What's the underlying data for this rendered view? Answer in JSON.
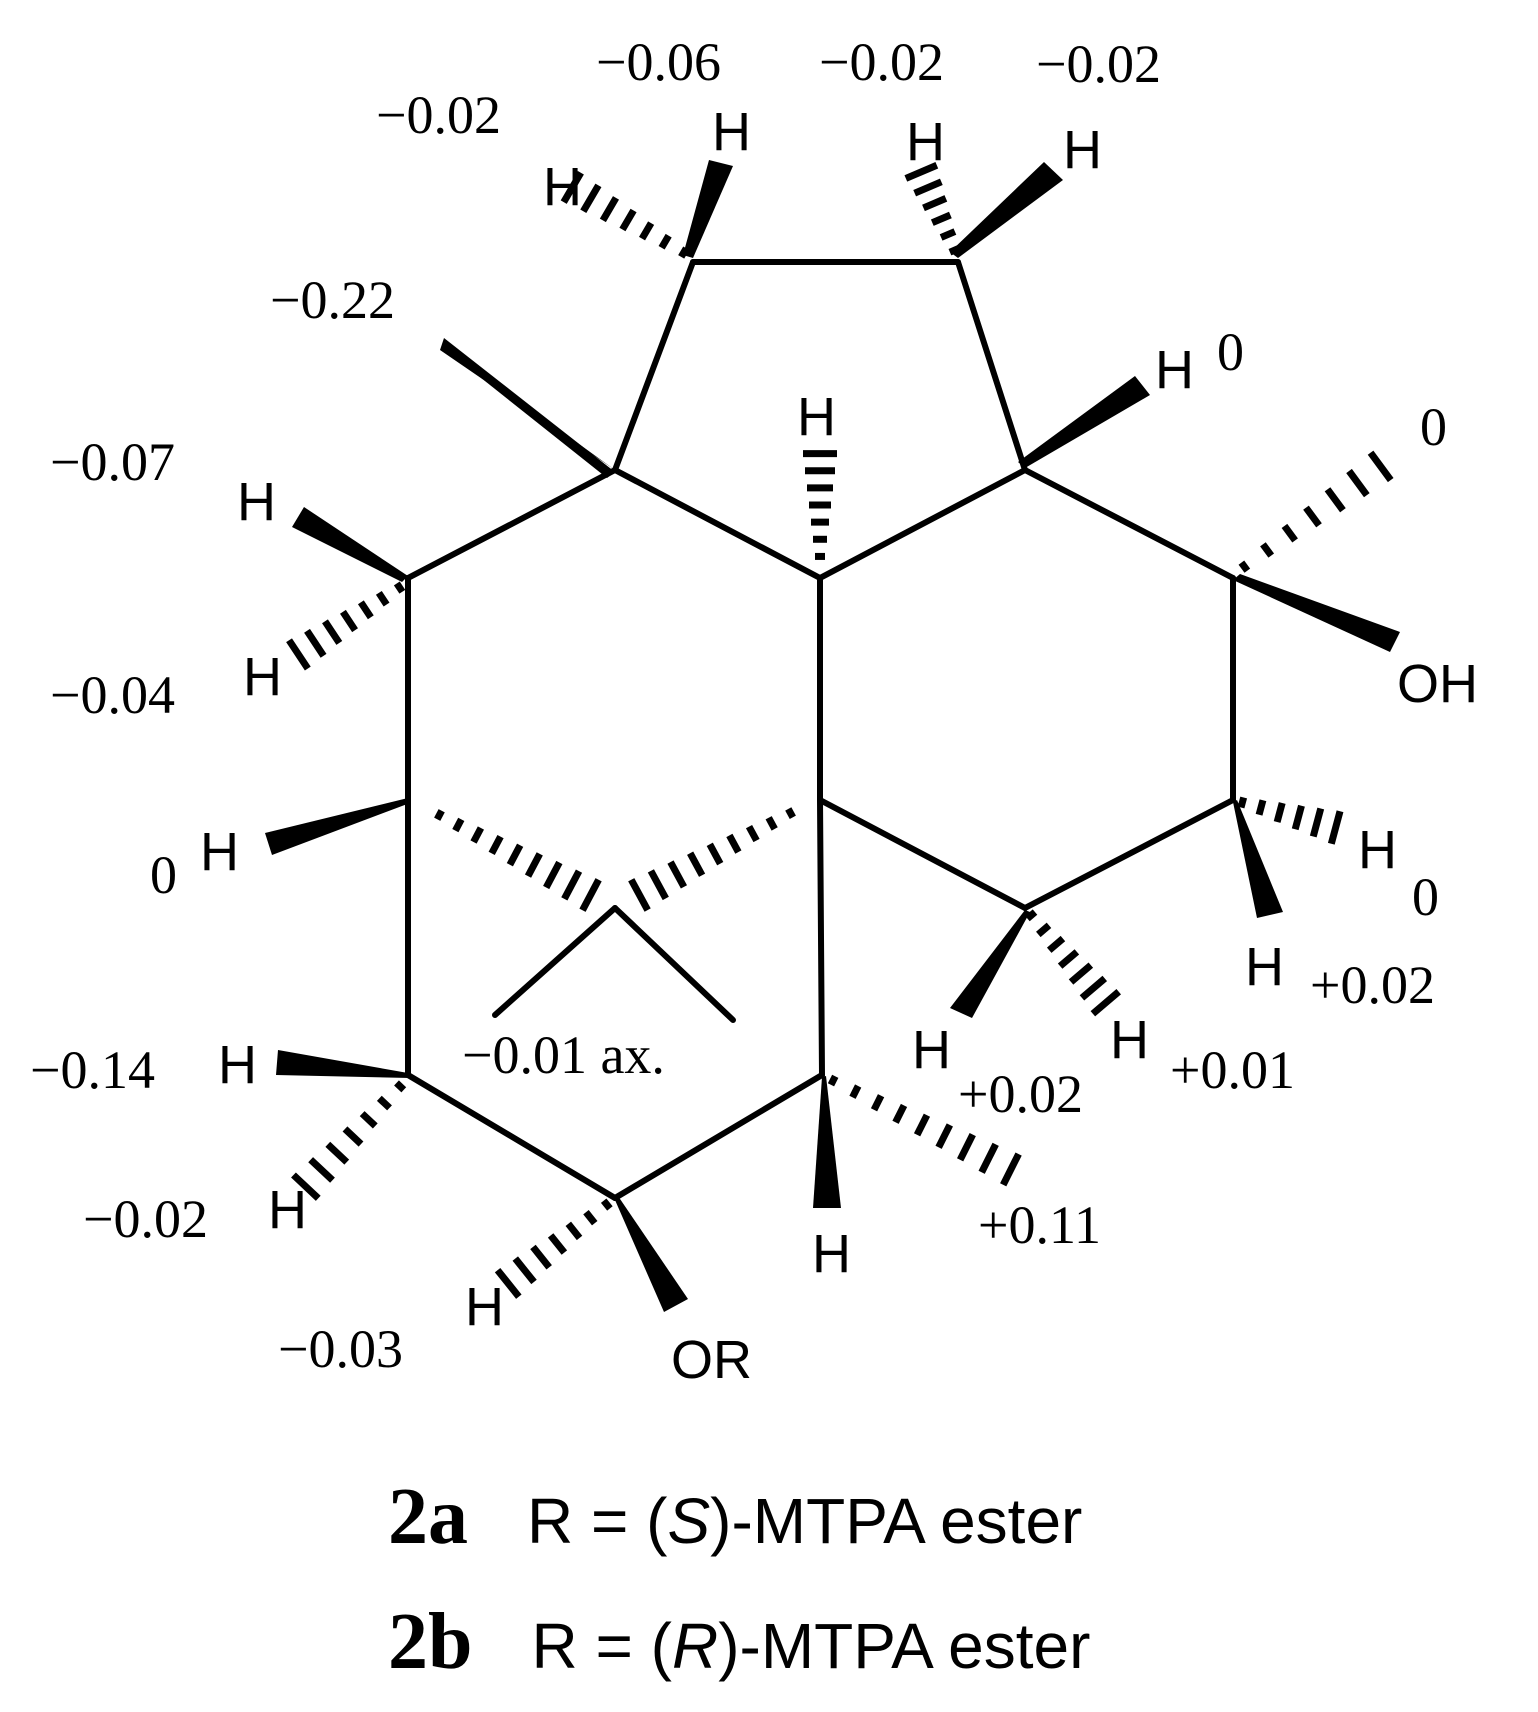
{
  "atoms": {
    "h_top_left_cp": "H",
    "h_top_cp": "H",
    "h_top_cp2": "H",
    "h_top_right": "H",
    "h_right_ring_junction": "H",
    "h_center": "H",
    "h_left_upper": "H",
    "h_left_mid": "H",
    "h_left_lower": "H",
    "h_left_bottom1": "H",
    "h_left_bottom2": "H",
    "h_bottom_left": "H",
    "h_bottom_center": "H",
    "h_right_mid": "H",
    "h_right_lower1": "H",
    "h_right_lower2": "H",
    "h_right_lower3": "H",
    "oh": "OH",
    "or": "OR"
  },
  "shifts": {
    "v1": "−0.02",
    "v2": "−0.06",
    "v3": "−0.02",
    "v4": "−0.02",
    "v5": "−0.22",
    "v6": "−0.07",
    "v7": "−0.04",
    "v8": "0",
    "v9": "−0.14",
    "v10": "−0.02",
    "v11": "−0.03",
    "v12": "0",
    "v13": "0",
    "v14": "0",
    "v15": "+0.02",
    "v16": "+0.02",
    "v17": "+0.01",
    "v18": "+0.11",
    "v19": "−0.01 ax."
  },
  "captions": [
    {
      "id": "2a",
      "pre": "R = (",
      "config": "S",
      "post": ")-MTPA ester"
    },
    {
      "id": "2b",
      "pre": "R = (",
      "config": "R",
      "post": ")-MTPA ester"
    }
  ]
}
